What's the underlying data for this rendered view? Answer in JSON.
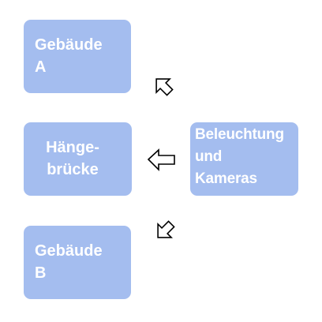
{
  "nodes": {
    "gebaeude_a": "Gebäude\nA",
    "haengebruecke": "Hänge-\nbrücke",
    "gebaeude_b": "Gebäude\nB",
    "beleuchtung": "Beleuchtung\nund\nKameras"
  },
  "colors": {
    "box_fill": "#a4bdef",
    "text": "#ffffff",
    "arrow_stroke": "#000000",
    "arrow_fill": "#ffffff"
  },
  "icons": {
    "arrow_up_left": "arrow-up-left-icon",
    "arrow_left": "arrow-left-icon",
    "arrow_down_left": "arrow-down-left-icon"
  }
}
